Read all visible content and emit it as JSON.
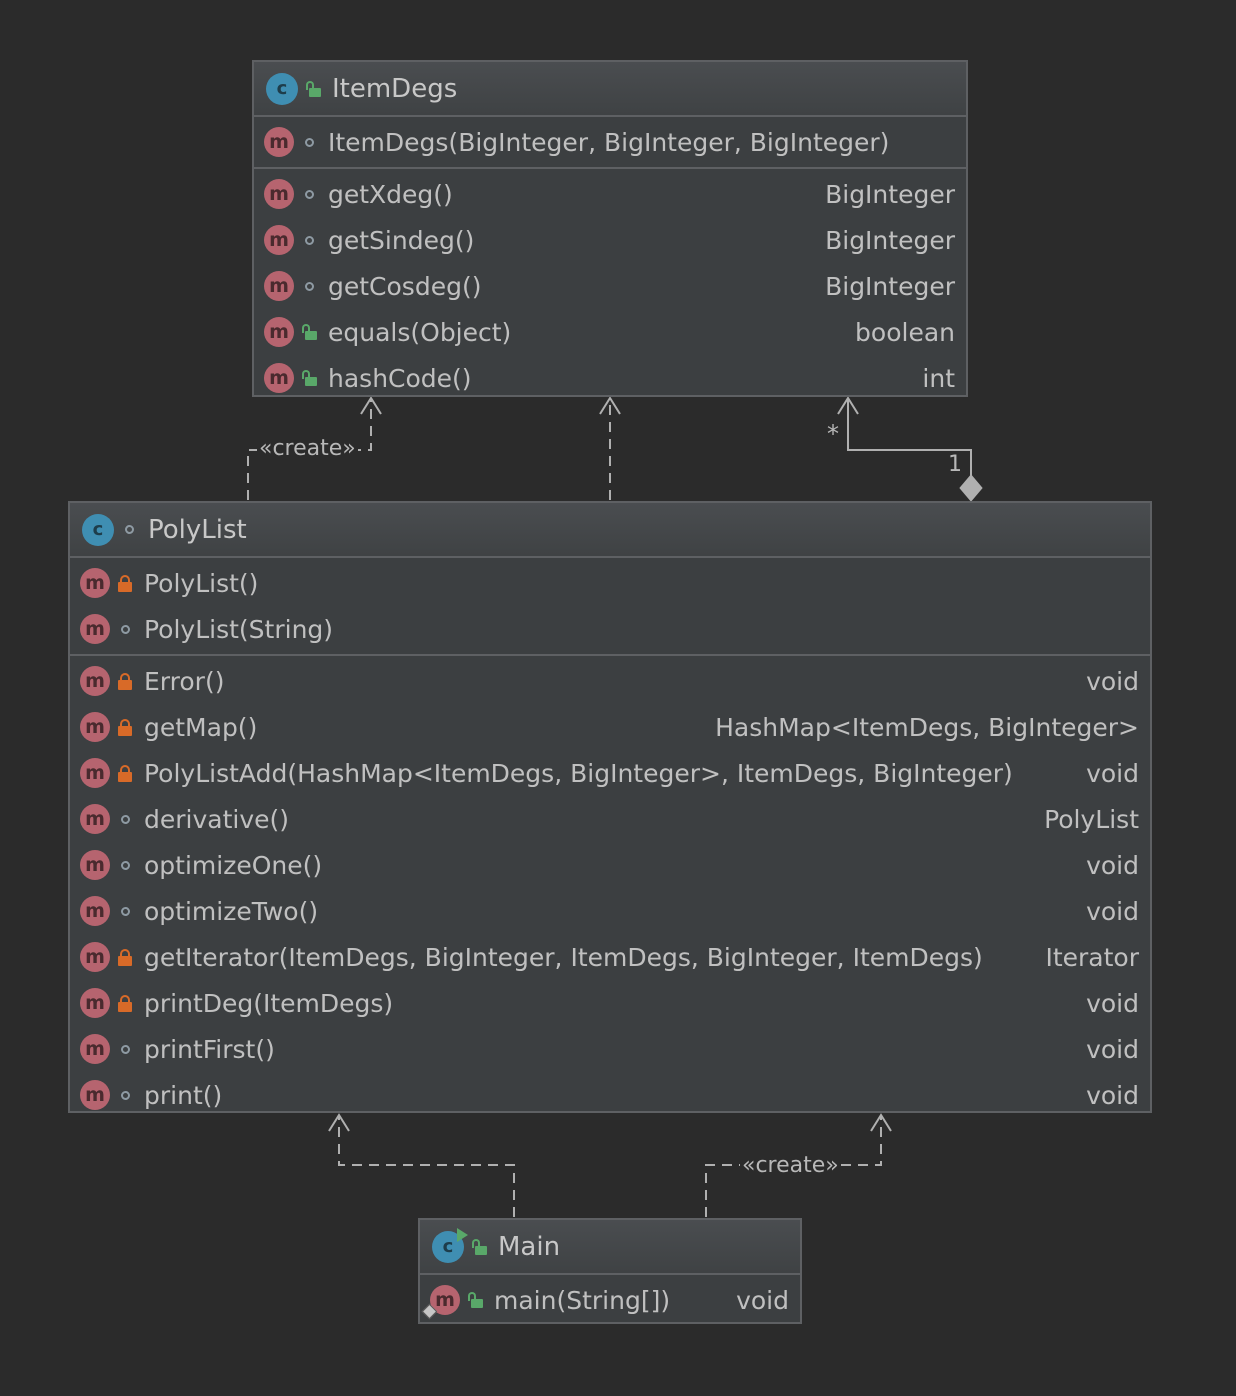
{
  "classes": {
    "itemdegs": {
      "name": "ItemDegs",
      "constructors": [
        {
          "sig": "ItemDegs(BigInteger, BigInteger, BigInteger)",
          "ret": "",
          "vis": "package"
        }
      ],
      "methods": [
        {
          "sig": "getXdeg()",
          "ret": "BigInteger",
          "vis": "package"
        },
        {
          "sig": "getSindeg()",
          "ret": "BigInteger",
          "vis": "package"
        },
        {
          "sig": "getCosdeg()",
          "ret": "BigInteger",
          "vis": "package"
        },
        {
          "sig": "equals(Object)",
          "ret": "boolean",
          "vis": "public"
        },
        {
          "sig": "hashCode()",
          "ret": "int",
          "vis": "public"
        }
      ]
    },
    "polylist": {
      "name": "PolyList",
      "constructors": [
        {
          "sig": "PolyList()",
          "ret": "",
          "vis": "private"
        },
        {
          "sig": "PolyList(String)",
          "ret": "",
          "vis": "package"
        }
      ],
      "methods": [
        {
          "sig": "Error()",
          "ret": "void",
          "vis": "private"
        },
        {
          "sig": "getMap()",
          "ret": "HashMap<ItemDegs, BigInteger>",
          "vis": "private"
        },
        {
          "sig": "PolyListAdd(HashMap<ItemDegs, BigInteger>, ItemDegs, BigInteger)",
          "ret": "void",
          "vis": "private"
        },
        {
          "sig": "derivative()",
          "ret": "PolyList",
          "vis": "package"
        },
        {
          "sig": "optimizeOne()",
          "ret": "void",
          "vis": "package"
        },
        {
          "sig": "optimizeTwo()",
          "ret": "void",
          "vis": "package"
        },
        {
          "sig": "getIterator(ItemDegs, BigInteger, ItemDegs, BigInteger, ItemDegs)",
          "ret": "Iterator",
          "vis": "private"
        },
        {
          "sig": "printDeg(ItemDegs)",
          "ret": "void",
          "vis": "private"
        },
        {
          "sig": "printFirst()",
          "ret": "void",
          "vis": "package"
        },
        {
          "sig": "print()",
          "ret": "void",
          "vis": "package"
        }
      ]
    },
    "main": {
      "name": "Main",
      "methods": [
        {
          "sig": "main(String[])",
          "ret": "void",
          "vis": "public"
        }
      ]
    }
  },
  "labels": {
    "create_top": "«create»",
    "create_bottom": "«create»",
    "mult_many": "*",
    "mult_one": "1"
  },
  "icons": {
    "class": "class-icon",
    "method": "method-icon",
    "public": "public-lock-icon",
    "private": "private-lock-icon",
    "package": "package-dot-icon"
  },
  "colors": {
    "background": "#2b2b2b",
    "box": "#3c3f41",
    "border": "#5e6063",
    "method_icon": "#b6646f",
    "class_icon": "#3f8eb2",
    "public": "#59a869",
    "private": "#d86a28"
  }
}
